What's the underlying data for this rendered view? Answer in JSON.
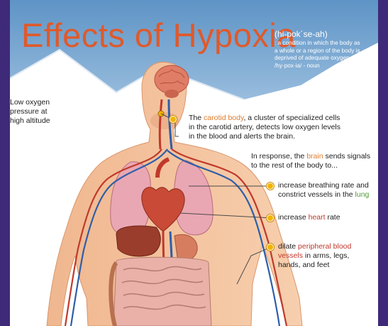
{
  "title": "Effects of Hypoxia",
  "pronunciation": "(hi-pok´se-ah)",
  "definition_lines": [
    ": a condition in which the body as",
    "a whole or a region of the body is",
    "deprived of adequate oxygen supply.",
    "/hy·pox·ia/ - noun"
  ],
  "low_oxygen": [
    "Low oxygen",
    "pressure at",
    "high altitude"
  ],
  "carotid": {
    "line1_pre": "The ",
    "line1_hl": "carotid body",
    "line1_post": ", a cluster of specialized cells",
    "line2": "in the carotid artery, detects low oxygen levels",
    "line3": "in the blood and alerts the brain."
  },
  "response": {
    "line1_pre": "In response, the ",
    "line1_hl": "brain",
    "line1_post": " sends signals",
    "line2": "to the rest of the body to..."
  },
  "effects": {
    "breathing_line1": "increase breathing rate and",
    "breathing_line2_pre": "constrict vessels in the ",
    "breathing_line2_hl": "lung",
    "heart_pre": "increase ",
    "heart_hl": "heart",
    "heart_post": " rate",
    "dilate_line1_pre": "dilate ",
    "dilate_line1_hl": "peripheral blood",
    "dilate_line2_hl": "vessels",
    "dilate_line2_post": " in arms, legs,",
    "dilate_line3": "hands, and feet"
  },
  "colors": {
    "title": "#e0592a",
    "header_bg": "#6a9cc9",
    "accent_orange": "#e07b2c",
    "accent_green": "#4f9a34",
    "accent_red": "#c0392b",
    "bullet": "#f1b400"
  }
}
